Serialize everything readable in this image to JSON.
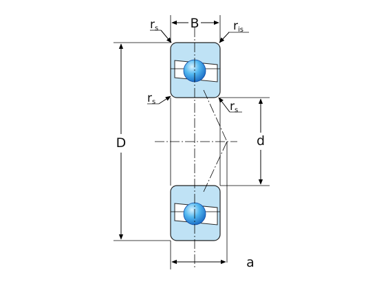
{
  "labels": {
    "width": "B",
    "outer_diameter": "D",
    "bore_diameter": "d",
    "pressure_point": "a",
    "radius_main": "r",
    "radius_sub_s": "s",
    "radius_sub_is": "is"
  },
  "colors": {
    "ring": "#bfe2f5",
    "ball_light": "#d8f3ff",
    "ball_mid": "#52b7f0",
    "ball_dark": "#1565c0",
    "line": "#000000"
  }
}
